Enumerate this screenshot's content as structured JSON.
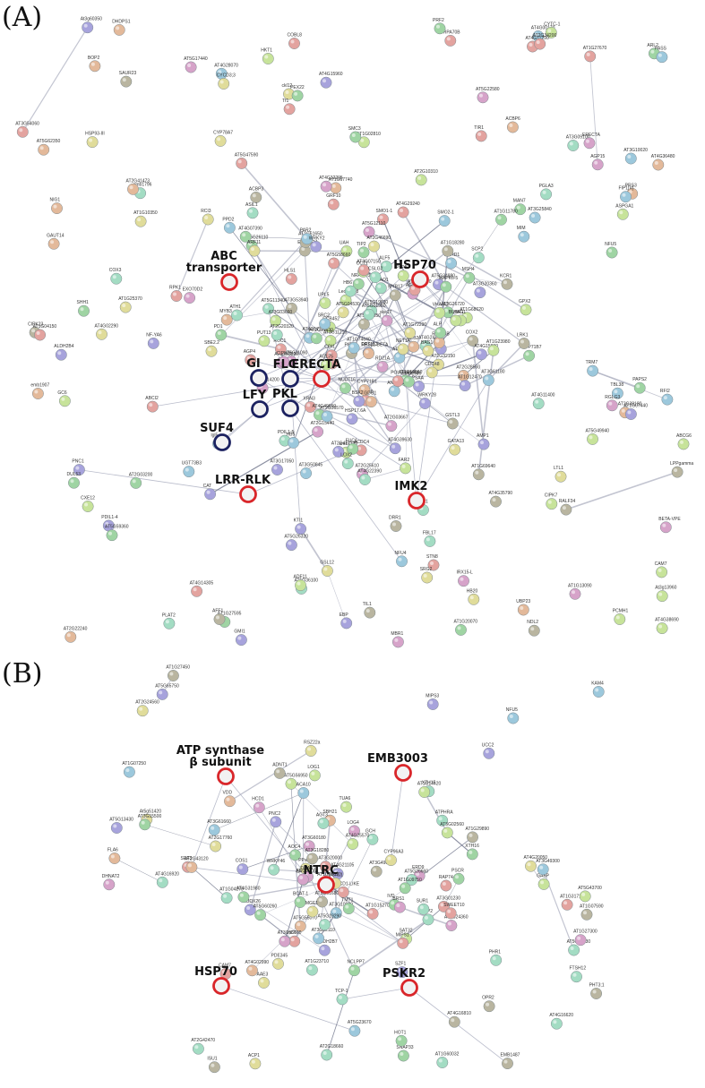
{
  "panel_a": {
    "label": "(A)",
    "highlight_red": [
      {
        "id": "abc",
        "lines": [
          "ABC",
          "transporter"
        ]
      },
      {
        "id": "hsp70",
        "lines": [
          "HSP70"
        ]
      },
      {
        "id": "erecta",
        "lines": [
          "ERECTA"
        ]
      },
      {
        "id": "lrr",
        "lines": [
          "LRR-RLK"
        ]
      },
      {
        "id": "imk2",
        "lines": [
          "IMK2"
        ]
      }
    ],
    "highlight_navy": [
      {
        "id": "gi",
        "lines": [
          "GI"
        ]
      },
      {
        "id": "flc",
        "lines": [
          "FLC"
        ]
      },
      {
        "id": "lfy",
        "lines": [
          "LFY"
        ]
      },
      {
        "id": "pkl",
        "lines": [
          "PKL"
        ]
      },
      {
        "id": "suf4",
        "lines": [
          "SUF4"
        ]
      }
    ],
    "nodes": [
      "AT3G53940",
      "PNC1",
      "NRAMP3",
      "ske17",
      "ckl12",
      "AT4G00170",
      "EMB2024",
      "LTL1",
      "GAUT14",
      "AT5G62350",
      "emb1796",
      "UBP23",
      "AT1G25370",
      "PLPB",
      "AT5G19630",
      "AT4G17790",
      "SMO1-1",
      "RCI3",
      "AT1G02810",
      "ABCI2",
      "lgl5",
      "AT5G11090",
      "GSTL3",
      "CCT1",
      "EBP",
      "AT3G10020",
      "AT4G15960",
      "AT5G47590",
      "AT1G68620",
      "AT2G38180",
      "CXE12",
      "ACBP6",
      "ACBP3",
      "AT3G26720",
      "AT5G36100",
      "Tf1",
      "UAH",
      "CCB452",
      "AT2G10310",
      "HSP17.6A",
      "AT4G35790",
      "AT5G17440",
      "AT2G32150",
      "AT2G01630",
      "BETA-VPE",
      "KCR1",
      "CuAO1",
      "TBL38",
      "AT3G11210",
      "COX3",
      "AT1G61650",
      "AT3G14200",
      "AT1G10350",
      "LPPgamma",
      "SMO2-1",
      "AT2G47120",
      "AT1G07440",
      "VHA-A2",
      "ARL2",
      "AT2G28560",
      "AT1G69640",
      "AT3G53990",
      "NUDT16",
      "AT1G19840",
      "AT4G24160",
      "COX2",
      "AT5G34880",
      "BAG1",
      "SHH1",
      "AT4G36480",
      "NFU4",
      "KTI1",
      "ALDH2B4",
      "GPX2",
      "emb1129",
      "AT3G50845",
      "AT2G47710",
      "ASPGA1",
      "DHDPS1",
      "ACDC4",
      "PAR2",
      "AT5G12110",
      "XRN3",
      "AT1G20070",
      "AT5G11340",
      "DRT112",
      "AT5G26320",
      "CYTC-1",
      "NFU5",
      "AT1G67740",
      "SRC2",
      "AT2G03667",
      "4CL5",
      "CAM7",
      "CAT",
      "emb1907",
      "RPS11-BETA",
      "AT4G29240",
      "MAN7",
      "RALF34",
      "CIPK7",
      "SBE2.2",
      "ROC1",
      "FAR2",
      "ANNAT1",
      "PAPS2",
      "AGP2",
      "AT3G54060",
      "WRKY2",
      "SAG20",
      "CIPK25",
      "PD1",
      "AT4G02290",
      "AT5G26110",
      "NET1A",
      "AT3G25840",
      "PLAT2",
      "AT4G14305",
      "CYP78A7",
      "CYP71B7",
      "PDIL1-5",
      "EBF1",
      "MYB17",
      "AT1G27595",
      "GSL12",
      "TIL1",
      "RPA70B",
      "AT3G07150",
      "AT3G03660",
      "AT2G22240",
      "PASS",
      "AT1G13090",
      "HSP93-III",
      "RGLG3",
      "PRS3",
      "CYP71B1",
      "AT3G17050",
      "POLGAMMA1",
      "MSH4",
      "CIPK23",
      "ABCG6",
      "UGT73B3",
      "RPK1",
      "HKT1",
      "BOP2",
      "DRR1",
      "MBR1",
      "AT4G11790",
      "RAD23B",
      "GRF10",
      "PCMH1",
      "FIP1[V]",
      "AGP4",
      "AGP15",
      "AT3G09100",
      "AFF1",
      "PGLA3",
      "AT5G58660",
      "LecRK-I.8",
      "ALF5",
      "ERECTA",
      "AT5G22580",
      "PDIL1-4",
      "MIM",
      "MYB3",
      "NF-YA6",
      "At3g60350",
      "AT2G34200",
      "SMC3",
      "ECR1",
      "RFI2",
      "AMP1",
      "TIR1",
      "AT5G59360",
      "CDC48",
      "AT4G28070",
      "GC6",
      "AT1G27670",
      "AT5G49940",
      "ATH1",
      "ADF11",
      "AT2G25610",
      "COI1",
      "HAG1",
      "AT4G11400",
      "DUL53",
      "FBL17",
      "AT5G51800",
      "PRF2",
      "MAPK6-5",
      "BUBR1",
      "PSAA",
      "STN8",
      "UPL5",
      "MEB2",
      "WRKY28",
      "AT1G12470",
      "EXO70D2",
      "FUC1",
      "AT2G41473",
      "AT5G47550",
      "AT2G15440",
      "HLS1",
      "AT2G03200",
      "AT4G22390",
      "PEX22",
      "CSLG2",
      "SRG2",
      "CYCD3;3",
      "EMB2786",
      "TRM7",
      "GATA13",
      "PIP2E",
      "AT4G07390",
      "ARF11",
      "NDL2",
      "AT4G15930",
      "MARD1",
      "AT1G23980",
      "LOX2",
      "AGL75",
      "GMI1",
      "AT2G46690",
      "AT1G11780",
      "NIG1",
      "AT1G74640",
      "AT4G39630",
      "AT1G04150",
      "TIP2",
      "SCP2",
      "PUT13",
      "AT4G32295",
      "AT5G04530",
      "AT4G49650",
      "AT5G01980",
      "AT3G61180",
      "ASIL1",
      "IRX15-L",
      "AT4G38690",
      "SAUR23",
      "PPD2",
      "BSK2",
      "AT1G72290",
      "RD21A",
      "GDU1",
      "LRK1",
      "AT3G20360",
      "HB20",
      "At3g13960",
      "COBL8",
      "AT1G18280",
      "ALP",
      "HB6",
      "HB5",
      "AT2G20320",
      "AT2G36570"
    ]
  },
  "panel_b": {
    "label": "(B)",
    "highlight_red": [
      {
        "id": "atp",
        "lines": [
          "ATP synthase",
          "β subunit"
        ]
      },
      {
        "id": "emb3003",
        "lines": [
          "EMB3003"
        ]
      },
      {
        "id": "ntrc",
        "lines": [
          "NTRC"
        ]
      },
      {
        "id": "hsp70b",
        "lines": [
          "HSP70"
        ]
      },
      {
        "id": "pskr2",
        "lines": [
          "PSKR2"
        ]
      }
    ],
    "nodes": [
      "SAT32",
      "SBH21",
      "SNAP33",
      "WRKY46",
      "AT1G23710",
      "NUDX26",
      "AT5G13430",
      "ACP1",
      "AOC4",
      "AT5G55070",
      "AT1G07590",
      "SZF1",
      "At5g51420",
      "AT5G60260",
      "AT2G42470",
      "AT3G10920",
      "AT4G21105",
      "AT1G15270",
      "AT5G56950",
      "PHT3;1",
      "AT5G51680",
      "UCC2",
      "SRF3",
      "GABP",
      "AT1G04270",
      "AT5G23670",
      "HCD1",
      "AT3G20000",
      "PSCR",
      "AT2G43120",
      "EMB3106",
      "COS1",
      "NCLPP7",
      "FTSH12",
      "AT4G16620",
      "OPR2",
      "ERD9",
      "AT3G01230",
      "MIPS3",
      "MIPS1",
      "DHNAT2",
      "AT1G24360",
      "ALDH2B7",
      "ATPHRA",
      "AT5G26660",
      "AT3G52110",
      "LOG4",
      "PPa5",
      "TMT1",
      "AT1G56070",
      "AT3G49070",
      "IVD",
      "BCAT-1",
      "DHAR1",
      "AT5G04830",
      "XTH16",
      "XTH15",
      "AAE3",
      "AT5G02560",
      "ARP2",
      "KAM4",
      "PDE345",
      "GCH",
      "SWEET10",
      "AT2G18660",
      "AT3G49300",
      "AT5G65750",
      "ACD1-LIKE",
      "HOT1",
      "SUR1",
      "NFU5",
      "PNC2",
      "ADNT1",
      "LOG1",
      "BGAL1",
      "AT1G07250",
      "AGO5",
      "VDD",
      "CYP96A3",
      "AGT3",
      "AT1G29890",
      "RSZ22a",
      "CAM7",
      "AT3G15500",
      "AT5G19290",
      "HCT",
      "TCP-1",
      "MGE1",
      "AT4G25570",
      "PHR1",
      "AT1G27450",
      "AT3G60180",
      "AT2G24560",
      "TUA6",
      "AT1G60032",
      "ISU1",
      "EMB1487",
      "AT1G31710",
      "AT1G14420",
      "AT4G02990",
      "AT4G16810",
      "AT3G16660",
      "AT4G20050",
      "AT4G31980",
      "AT4G16920",
      "AT3G61660",
      "BRS1",
      "ACA10",
      "AT5G43700",
      "RAP74",
      "AT3G18280",
      "AT1G27300",
      "AT2G17760",
      "AT1G09750",
      "FLA6"
    ]
  }
}
